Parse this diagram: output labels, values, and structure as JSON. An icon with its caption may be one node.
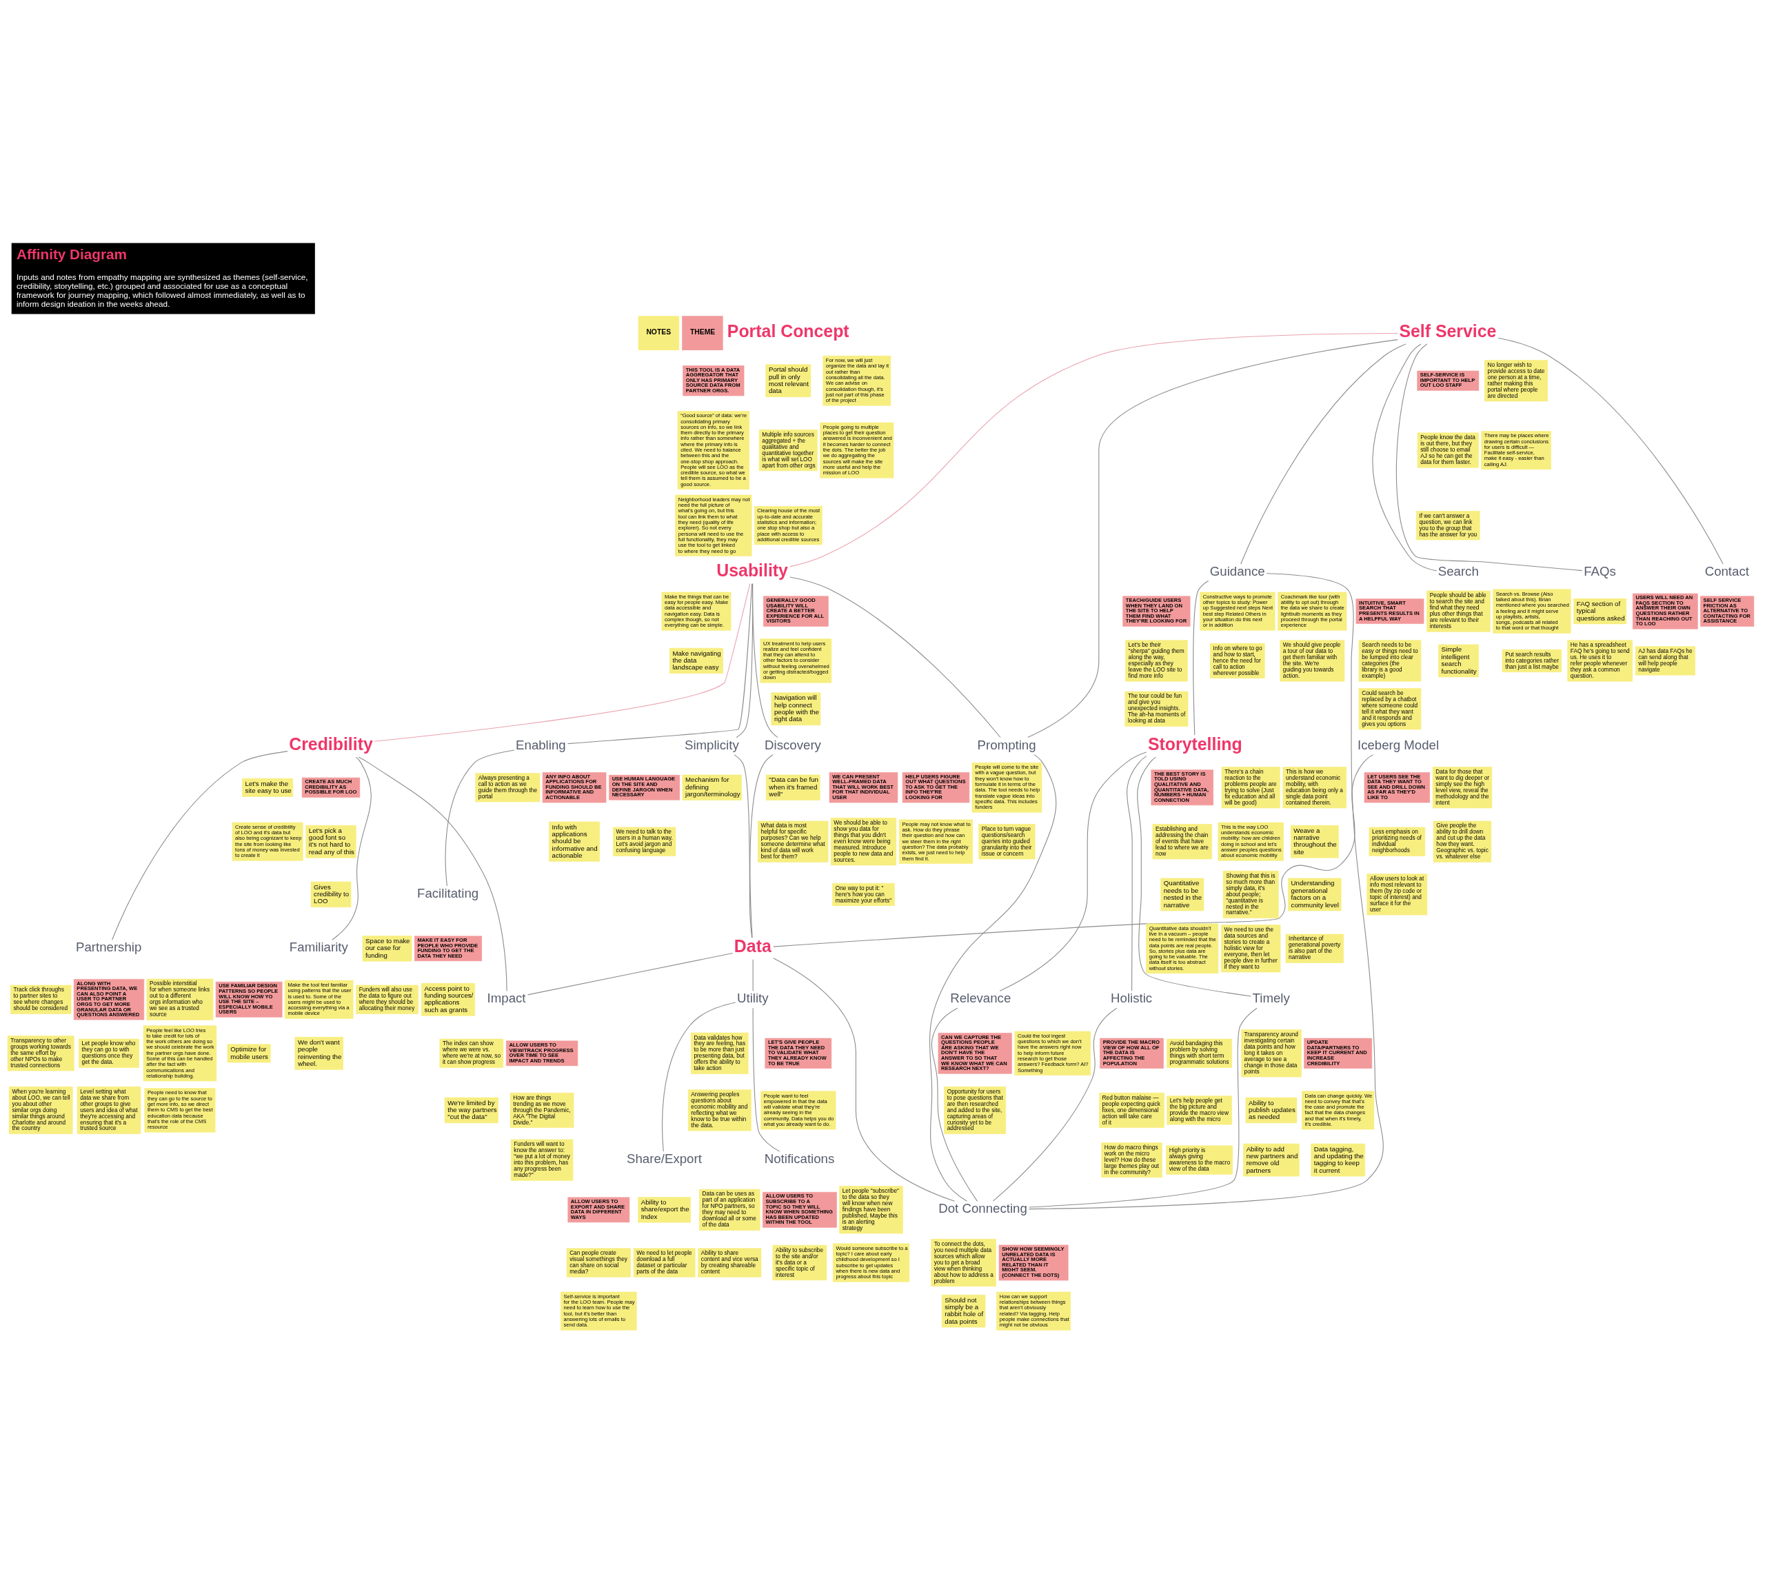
{
  "diagram": {
    "title": "Affinity Diagram",
    "caption": "Inputs and notes from empathy mapping are synthesized as themes (self-service, credibility, storytelling, etc.) grouped and associated for use as a conceptual framework for journey mapping, which followed almost immediately, as well as to inform design ideation in the weeks ahead.",
    "nodes": [
      {
        "text": [
          "Portal Concept"
        ]
      },
      {
        "text": [
          "THIS TOOL IS A DATA AGGREGATOR THAT ONLY HAS PRIMARY SOURCE DATA FROM PARTNER ORGS."
        ]
      },
      {
        "text": [
          "Portal should pull in only most relevant data"
        ]
      },
      {
        "text": [
          "For now, we will just organize the data and lay it out rather than consolidating all the data. We can advise on consolidation though, it's just not part of this phase of the project"
        ]
      },
      {
        "text": [
          "“Good source” of data: we're consolidating primary sources on info, so we link them directly to the primary info rather than somewhere where the primary info is cited. We need to balance between this and the one-stop shop approach. People will see LOO as the credible source, so what we tell them is assumed to be a good source."
        ]
      },
      {
        "text": [
          "Multiple info sources aggregated + the qualitative and quantitative together is what will set LOO apart from other orgs"
        ]
      },
      {
        "text": [
          "People going to multiple places to get their question answered is inconvenient and it becomes harder to connect the dots. The better the job we do aggregating the sources will make the site more useful and help the mission of LOO"
        ]
      },
      {
        "text": [
          "Neighborhood leaders may not need the full picture of what's going on, but this tool can link them to what they need (quality of life explorer). So not every persona will need to use the full functionality, they may use the tool to get linked to where they need to go"
        ]
      },
      {
        "text": [
          "Clearing house of the most up-to-date and accurate statistics and information; one stop shop but also a place with access to additional credible sources"
        ]
      },
      {
        "text": [
          "Familiarity"
        ]
      },
      {
        "text": [
          "USE FAMILIAR DESIGN PATTERNS SO PEOPLE WILL KNOW HOW YO USE THE SITE – ESPECIALLY MOBILE USERS"
        ]
      },
      {
        "text": [
          "Make the tool feel familiar using patterns that the user is used to. Some of the users might be used to accessing everything via a mobile device"
        ]
      },
      {
        "text": [
          "Optimize for mobile users"
        ]
      },
      {
        "text": [
          "We don't want people reinventing the wheel."
        ]
      },
      {
        "text": [
          "Search"
        ]
      },
      {
        "text": [
          "INTUITIVE, SMART SEARCH THAT PRESENTS RESULTS IN A HELPFUL WAY"
        ]
      },
      {
        "text": [
          "People should be able to search the site and find what they need plus other things that are relevant to their interests"
        ]
      },
      {
        "text": [
          "Search vs. Browse (Also talked about this). Brian mentioned where you searched a feeling and it might serve up playlists, artists, songs, podcasts all related to that word or that thought"
        ]
      },
      {
        "text": [
          "Search needs to be easy or things need to be lumped into clear categories (the library is a good example)"
        ]
      },
      {
        "text": [
          "Simple intelligent search functionality"
        ]
      },
      {
        "text": [
          "Put search results into categories rather than just a list maybe"
        ]
      },
      {
        "text": [
          "Could search be replaced by a chatbot where someone could tell it what they want and it responds and gives you options"
        ]
      },
      {
        "text": [
          "FAQs"
        ]
      },
      {
        "text": [
          "USERS WILL NEED AN FAQS SECTION TO ANSWER THEIR OWN QUESTIONS RATHER THAN REACHING OUT TO LOO"
        ]
      },
      {
        "text": [
          "FAQ section of typical questions asked"
        ]
      },
      {
        "text": [
          "AJ has data FAQs he can send along that will help people navigate"
        ]
      },
      {
        "text": [
          "He has a spreadsheet FAQ he's going to send us. He uses it to refer people whenever they ask a common question."
        ]
      },
      {
        "text": [
          "Self Service"
        ]
      },
      {
        "text": [
          "SELF-SERVICE IS IMPORTANT TO HELP OUT LOO STAFF"
        ]
      },
      {
        "text": [
          "No longer wish to provide access to date one person at a time, rather making this portal where people are directed"
        ]
      },
      {
        "text": [
          "People know the data is out there, but they still choose to email AJ so he can get the data for them faster."
        ]
      },
      {
        "text": [
          "There may be places where drawing certain conclusions for users is difficult — Facilitate self-service, make it easy - easier than calling AJ."
        ]
      },
      {
        "text": [
          "If we can't answer a question, we can link you to the group that has the answer for you"
        ]
      },
      {
        "text": [
          "Credibility"
        ]
      },
      {
        "text": [
          "CREATE AS MUCH CREDIBILITY AS POSSIBLE FOR LOO"
        ]
      },
      {
        "text": [
          "Let's make the site easy to use"
        ]
      },
      {
        "text": [
          "Let's pick a good font so it's not hard to read any of this"
        ]
      },
      {
        "text": [
          "Create sense of credibility of LOO and it's data but also being cognizant to keep the site from looking like tons of money was invested to create it"
        ]
      },
      {
        "text": [
          "Gives credibility to LOO"
        ]
      },
      {
        "text": [
          "Partnership"
        ]
      },
      {
        "text": [
          "ALONG WITH PRESENTING DATA, WE CAN ALSO POINT A USER TO PARTNER ORGS TO GET MORE GRANULAR DATA OR QUESTIONS ANSWERED"
        ]
      },
      {
        "text": [
          "Possible interstitial for when someone links out to a different orgs information who we see as a trusted source"
        ]
      },
      {
        "text": [
          "Track click throughs to partner sites to see where changes should be considered"
        ]
      },
      {
        "text": [
          "Let people know who they can go to with questions once they get the data."
        ]
      },
      {
        "text": [
          "People feel like LOO tries to take credit for lots of the work others are doing so we should celebrate the work the partner orgs have done. Some of this can be handled after the fact with communications and relationship building."
        ]
      },
      {
        "text": [
          "Transparency to other groups working towards the same effort by other NPOs to make trusted connections"
        ]
      },
      {
        "text": [
          "Level setting what data we share from other groups to give users and idea of what they're accessing and ensuring that it's a trusted source"
        ]
      },
      {
        "text": [
          "People need to know that they can go to the source to get more info, so we direct them to CMS to get the best education data because that's the role of the CMS resource"
        ]
      },
      {
        "text": [
          "When you're learning about LOO, we can tell you about other similar orgs doing similar things around Charlotte and around the country"
        ]
      },
      {
        "text": [
          "Contact"
        ]
      },
      {
        "text": [
          "SELF SERVICE FRICTION AS ALTERNATIVE TO CONTACTING FOR ASSISTANCE"
        ]
      },
      {
        "text": [
          "Usability"
        ]
      },
      {
        "text": [
          "GENERALLY GOOD USABILITY WILL CREATE A BETTER EXPERIENCE FOR ALL VISITORS"
        ]
      },
      {
        "text": [
          "Make the things that can be easy for people easy. Make data accessible and navigation easy. Data is complex though, so not everything can be simple."
        ]
      },
      {
        "text": [
          "UX treatment to help users realize and feel confident that they can attend to other factors to consider without feeling overwhelmed or getting distracted/bogged down"
        ]
      },
      {
        "text": [
          "Make navigating the data landscape easy"
        ]
      },
      {
        "text": [
          "Navigation will help connect people with the right data"
        ]
      },
      {
        "text": [
          "Enabling"
        ]
      },
      {
        "text": [
          "ANY INFO ABOUT APPLICATIONS FOR FUNDING SHOULD BE INFORMATIVE AND ACTIONABLE"
        ]
      },
      {
        "text": [
          "Always presenting a call to action as we guide them through the portal"
        ]
      },
      {
        "text": [
          "Info with applications should be informative and actionable"
        ]
      },
      {
        "text": [
          "Facilitating"
        ]
      },
      {
        "text": [
          "MAKE IT EASY FOR PEOPLE WHO PROVIDE FUNDING TO GET THE DATA THEY NEED"
        ]
      },
      {
        "text": [
          "Space to make our case for funding"
        ]
      },
      {
        "text": [
          "Access point to funding sources/ applications such as grants"
        ]
      },
      {
        "text": [
          "Funders will also use the data to figure out where they should be allocating their money"
        ]
      },
      {
        "text": [
          "Guidance"
        ]
      },
      {
        "text": [
          "TEACH/GUIDE USERS WHEN THEY LAND ON THE SITE TO HELP THEM FIND WHAT THEY'RE LOOKING FOR"
        ]
      },
      {
        "text": [
          "Constructive ways to promote other topics to study: Power up Suggested next steps Next best step Related Others in your situation do this next or in addition"
        ]
      },
      {
        "text": [
          "Coachmark like tour (with ability to opt out) through the data we share to create lightbulb moments as they proceed through the portal experience"
        ]
      },
      {
        "text": [
          "Let's be their \"sherpa\" guiding them along the way, especially as they leave the LOO site to find more info"
        ]
      },
      {
        "text": [
          "Info on where to go and how to start, hence the need for call to action wherever possible"
        ]
      },
      {
        "text": [
          "We should give people a tour of our data to get them familiar with the site. We're guiding you towards action."
        ]
      },
      {
        "text": [
          "The tour could be fun and give you unexpected insights. The ah-ha moments of looking at data"
        ]
      },
      {
        "text": [
          "Prompting"
        ]
      },
      {
        "text": [
          "HELP USERS FIGURE OUT WHAT QUESTIONS TO ASK TO GET THE INFO THEY'RE LOOKING FOR"
        ]
      },
      {
        "text": [
          "People will come to the site with a vague question, but they won't know how to formulate it in terms of the data. The tool needs to help translate vague ideas into specific data. This includes funders"
        ]
      },
      {
        "text": [
          "People may not know what to ask. How do they phrase their question and how can we steer them in the right question? The data probably exists, we just need to help them find it."
        ]
      },
      {
        "text": [
          "Place to turn vague questions/search queries into guided granularity into their issue or concern"
        ]
      },
      {
        "text": [
          "Simplicity"
        ]
      },
      {
        "text": [
          "USE HUMAN LANGUAGE ON THE SITE AND DEFINE JARGON WHEN NECESSARY"
        ]
      },
      {
        "text": [
          "Mechanism for defining jargon/terminology"
        ]
      },
      {
        "text": [
          "We need to talk to the users in a human way. Let's avoid jargon and confusing language"
        ]
      },
      {
        "text": [
          "Discovery"
        ]
      },
      {
        "text": [
          "WE CAN PRESENT WELL-FRAMED DATA THAT WILL WORK BEST FOR THAT INDIVIDUAL USER"
        ]
      },
      {
        "text": [
          "\"Data can be fun when it's framed well\""
        ]
      },
      {
        "text": [
          "We should be able to show you data for things that you didn't even know were being measured. Introduce people to new data and sources."
        ]
      },
      {
        "text": [
          "What data is most helpful for specific purposes? Can we help someone determine what kind of data will work best for them?"
        ]
      },
      {
        "text": [
          "One way to put it: \" here's how you can maximize your efforts\""
        ]
      },
      {
        "text": [
          "Iceberg Model"
        ]
      },
      {
        "text": [
          "LET USERS SEE THE DATA THEY WANT TO SEE AND DRILL DOWN AS FAR AS THEY'D LIKE TO"
        ]
      },
      {
        "text": [
          "Data for those that want to dig deeper or simply see the high level view, reveal the methodology and the intent"
        ]
      },
      {
        "text": [
          "Less emphasis on prioritizing needs of individual neighborhoods"
        ]
      },
      {
        "text": [
          "Give people the ability to drill down and cut up the data how they want. Geographic vs. topic vs. whatever else"
        ]
      },
      {
        "text": [
          "Allow users to look at info most relevant to them (by zip code or topic of interest) and surface it for the user"
        ]
      },
      {
        "text": [
          "Impact"
        ]
      },
      {
        "text": [
          "ALLOW USERS TO VIEW/TRACK PROGRESS OVER TIME TO SEE IMPACT AND TRENDS"
        ]
      },
      {
        "text": [
          "The index can show where we were vs. where we're at now, so it can show progress"
        ]
      },
      {
        "text": [
          "How are things trending as we move through the Pandemic, AKA \"The Digital Divide.\""
        ]
      },
      {
        "text": [
          "We're limited by the way partners \"cut the data\""
        ]
      },
      {
        "text": [
          "Funders will want to know the answer to: \"we put a lot of money into this problem, has any progress been made?\""
        ]
      },
      {
        "text": [
          "Timely"
        ]
      },
      {
        "text": [
          "UPDATE DATA/PARTNERS TO KEEP IT CURRENT AND INCREASE CREDIBILITY"
        ]
      },
      {
        "text": [
          "Transparency around investigating certain data points and how long it takes on average to see a change in those data points"
        ]
      },
      {
        "text": [
          "Data can change quickly. We need to convey that that's the case and promote the fact that the data changes and that when it's timely, it's credible."
        ]
      },
      {
        "text": [
          "Ability to publish updates as needed"
        ]
      },
      {
        "text": [
          "Data tagging, and updating the tagging to keep it current"
        ]
      },
      {
        "text": [
          "Ability to add new partners and remove old partners"
        ]
      },
      {
        "text": [
          "Storytelling"
        ]
      },
      {
        "text": [
          "THE BEST STORY IS TOLD USING QUALITATIVE AND QUANTITATIVE DATA, NUMBERS + HUMAN CONNECTION"
        ]
      },
      {
        "text": [
          "There's a chain reaction to the problems people are trying to solve (Just fix education and all will be good)"
        ]
      },
      {
        "text": [
          "This is how we understand economic mobility, with education being only a single data point contained therein."
        ]
      },
      {
        "text": [
          "Establishing and addressing the chain of events that have lead to where we are now"
        ]
      },
      {
        "text": [
          "This is the way LOO understands economic mobility: how are children doing in school and let's answer peoples questions about economic mobility"
        ]
      },
      {
        "text": [
          "Weave a narrative throughout the site"
        ]
      },
      {
        "text": [
          "Quantitative needs to be nested in the narrative"
        ]
      },
      {
        "text": [
          "Showing that this is so much more than simply data, it's about people; \"quantitative is nested in the narrative.\""
        ]
      },
      {
        "text": [
          "Understanding generational factors on a community level"
        ]
      },
      {
        "text": [
          "Quantitative data shouldn't live in a vacuum – people need to be reminded that the data points are real people. So, stories plus data are going to be valuable. The data itself is too abstract without stories."
        ]
      },
      {
        "text": [
          "We need to use the data sources and stories to create a holistic view for everyone, then let people dive in further if they want to"
        ]
      },
      {
        "text": [
          "Inheritance of generational poverty is also part of the narrative"
        ]
      },
      {
        "text": [
          "Data"
        ]
      },
      {
        "text": [
          "Share/Export"
        ]
      },
      {
        "text": [
          "ALLOW USERS TO EXPORT AND SHARE DATA IN DIFFERENT WAYS"
        ]
      },
      {
        "text": [
          "Ability to share/export the Index"
        ]
      },
      {
        "text": [
          "Data can be uses as part of an application for NPO partners, so they may need to download all or some of the data"
        ]
      },
      {
        "text": [
          "Can people create visual somethings they can share on social media?"
        ]
      },
      {
        "text": [
          "We need to let people download a full dataset or particular parts of the data"
        ]
      },
      {
        "text": [
          "Ability to share content and vice versa by creating shareable content"
        ]
      },
      {
        "text": [
          "Self-service is important for the LOO team. People may need to learn how to use the tool, but it's better than answering lots of emails to send data."
        ]
      },
      {
        "text": [
          "Relevance"
        ]
      },
      {
        "text": [
          "CAN WE CAPTURE THE QUESTIONS PEOPLE ARE ASKING THAT WE DON'T HAVE THE ANSWER TO SO THAT WE KNOW WHAT WE CAN RESEARCH NEXT?"
        ]
      },
      {
        "text": [
          "Could the tool ingest questions to which we don't have the answers right now to help inform future research to get those answers? Feedback form? AI? Something"
        ]
      },
      {
        "text": [
          "Opportunity for users to pose questions that are then researched and added to the site, capturing areas of curiosity yet to be addressed"
        ]
      },
      {
        "text": [
          "Dot Connecting"
        ]
      },
      {
        "text": [
          "SHOW HOW SEEMINGLY UNRELATED DATA IS ACTUALLY MORE RELATED THAN IT MIGHT SEEM. (CONNECT THE DOTS)"
        ]
      },
      {
        "text": [
          "To connect the dots, you need multiple data sources which allow you to get a broad view when thinking about how to address a problem"
        ]
      },
      {
        "text": [
          "How can we support relationships between things that aren't obviously related? Via tagging. Help people make connections that might not be obvious"
        ]
      },
      {
        "text": [
          "Should not simply be a rabbit hole of data points"
        ]
      },
      {
        "text": [
          "Utility"
        ]
      },
      {
        "text": [
          "LET'S GIVE PEOPLE THE DATA THEY NEED TO VALIDATE WHAT THEY ALREADY KNOW TO BE TRUE"
        ]
      },
      {
        "text": [
          "Data validates how they are feeling, has to be more than just presenting data, but offers the ability to take action"
        ]
      },
      {
        "text": [
          "People want to feel empowered in that the data will validate what they're already seeing in the community. Data helps you do what you already want to do."
        ]
      },
      {
        "text": [
          "Answering peoples questions about economic mobility and reflecting what we know to be true within the data."
        ]
      },
      {
        "text": [
          "Notifications"
        ]
      },
      {
        "text": [
          "ALLOW USERS TO SUBSCRIBE TO A TOPIC SO THEY WILL KNOW WHEN SOMETHING HAS BEEN UPDATED WITHIN THE TOOL"
        ]
      },
      {
        "text": [
          "Let people \"subscribe\" to the data so they will know when new findings have been published. Maybe this is an alerting strategy"
        ]
      },
      {
        "text": [
          "Ability to subscribe to the site and/or it's data or a specific topic of interest"
        ]
      },
      {
        "text": [
          "Would someone subscribe to a topic? I care about early childhood development so I subscribe to get updates when there is new data and progress about this topic"
        ]
      },
      {
        "text": [
          "Holistic"
        ]
      },
      {
        "text": [
          "PROVIDE THE MACRO VIEW OF HOW ALL OF THE DATA IS AFFECTING THE POPULATION"
        ]
      },
      {
        "text": [
          "Avoid bandaging this problem by solving things with short term programmatic solutions"
        ]
      },
      {
        "text": [
          "Red button malaise — people expecting quick fixes, one dimensional action will take care of it"
        ]
      },
      {
        "text": [
          "Let's help people get the big picture and provide the macro view along with the micro"
        ]
      },
      {
        "text": [
          "How do macro things work on the micro level? How do these large themes play out in the community?"
        ]
      },
      {
        "text": [
          "High priority is always giving awareness to the macro view of the data"
        ]
      }
    ],
    "edges": [
      {
        "from": 27,
        "to": 22,
        "arrow": "none"
      },
      {
        "from": 27,
        "to": 14,
        "arrow": "none"
      },
      {
        "from": 27,
        "to": 51,
        "arrow": "none",
        "color": "#eaa1ae"
      },
      {
        "from": 27,
        "to": 49,
        "arrow": "none"
      },
      {
        "from": 27,
        "to": 66,
        "arrow": "none"
      },
      {
        "from": 27,
        "to": 74,
        "arrow": "none"
      },
      {
        "from": 51,
        "to": 33,
        "arrow": "none",
        "color": "#eaa1ae"
      },
      {
        "from": 51,
        "to": 74,
        "arrow": "none"
      },
      {
        "from": 51,
        "to": 57,
        "arrow": "none"
      },
      {
        "from": 51,
        "to": 79,
        "arrow": "none"
      },
      {
        "from": 51,
        "to": 83,
        "arrow": "none"
      },
      {
        "from": 57,
        "to": 61,
        "arrow": "none"
      },
      {
        "from": 33,
        "to": 9,
        "arrow": "none"
      },
      {
        "from": 33,
        "to": 39,
        "arrow": "none"
      },
      {
        "from": 33,
        "to": 95,
        "arrow": "none"
      },
      {
        "from": 66,
        "to": 108,
        "arrow": "none"
      },
      {
        "from": 66,
        "to": 134,
        "arrow": "none"
      },
      {
        "from": 74,
        "to": 134,
        "arrow": "none"
      },
      {
        "from": 108,
        "to": 101,
        "arrow": "none"
      },
      {
        "from": 108,
        "to": 130,
        "arrow": "none"
      },
      {
        "from": 108,
        "to": 149,
        "arrow": "none"
      },
      {
        "from": 101,
        "to": 134,
        "arrow": "none"
      },
      {
        "from": 130,
        "to": 134,
        "arrow": "none"
      },
      {
        "from": 149,
        "to": 134,
        "arrow": "none"
      },
      {
        "from": 79,
        "to": 121,
        "arrow": "none"
      },
      {
        "from": 83,
        "to": 121,
        "arrow": "none"
      },
      {
        "from": 89,
        "to": 121,
        "arrow": "none"
      },
      {
        "from": 121,
        "to": 134,
        "arrow": "none"
      },
      {
        "from": 121,
        "to": 95,
        "arrow": "none"
      },
      {
        "from": 121,
        "to": 139,
        "arrow": "none"
      },
      {
        "from": 139,
        "to": 122,
        "arrow": "none"
      },
      {
        "from": 139,
        "to": 144,
        "arrow": "none"
      }
    ],
    "legend": [
      {
        "text": "NOTES",
        "color": "#f7ee80"
      },
      {
        "text": "THEME",
        "color": "#f29a9b"
      }
    ]
  }
}
